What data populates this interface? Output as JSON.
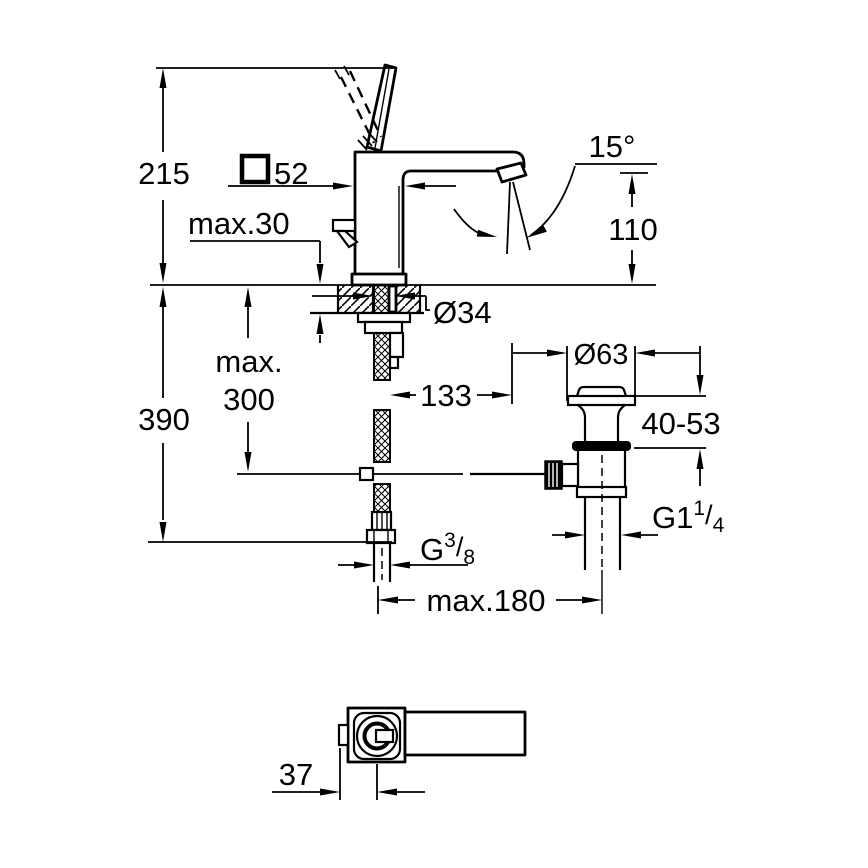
{
  "drawing": {
    "title": "basin-mixer-technical-drawing",
    "product": "single-lever basin mixer with pop-up waste set",
    "line_color": "#000000",
    "background_color": "#ffffff",
    "views": {
      "side_view": "faucet side elevation with countertop section, flexible supply hose and pop-up waste",
      "top_view": "faucet plan view"
    },
    "dimensions": {
      "overall_height": "215",
      "body_square": {
        "symbol": "□",
        "value": "52"
      },
      "max_deck_thickness": "max.30",
      "spout_angle": "15°",
      "spout_outlet_height": "110",
      "hole_diameter": "Ø34",
      "max_hose_depth_line1": "max.",
      "max_hose_depth_line2": "300",
      "depth_below_deck": "390",
      "spout_reach": "133",
      "waste_flange_diameter": "Ø63",
      "basin_thickness_range": "40-53",
      "waste_thread": {
        "base": "G1",
        "sup": "1",
        "slash": "/",
        "sub": "4"
      },
      "supply_thread": {
        "base": "G",
        "sup": "3",
        "slash": "/",
        "sub": "8"
      },
      "max_waste_distance": "max.180",
      "center_offset": "37"
    }
  }
}
